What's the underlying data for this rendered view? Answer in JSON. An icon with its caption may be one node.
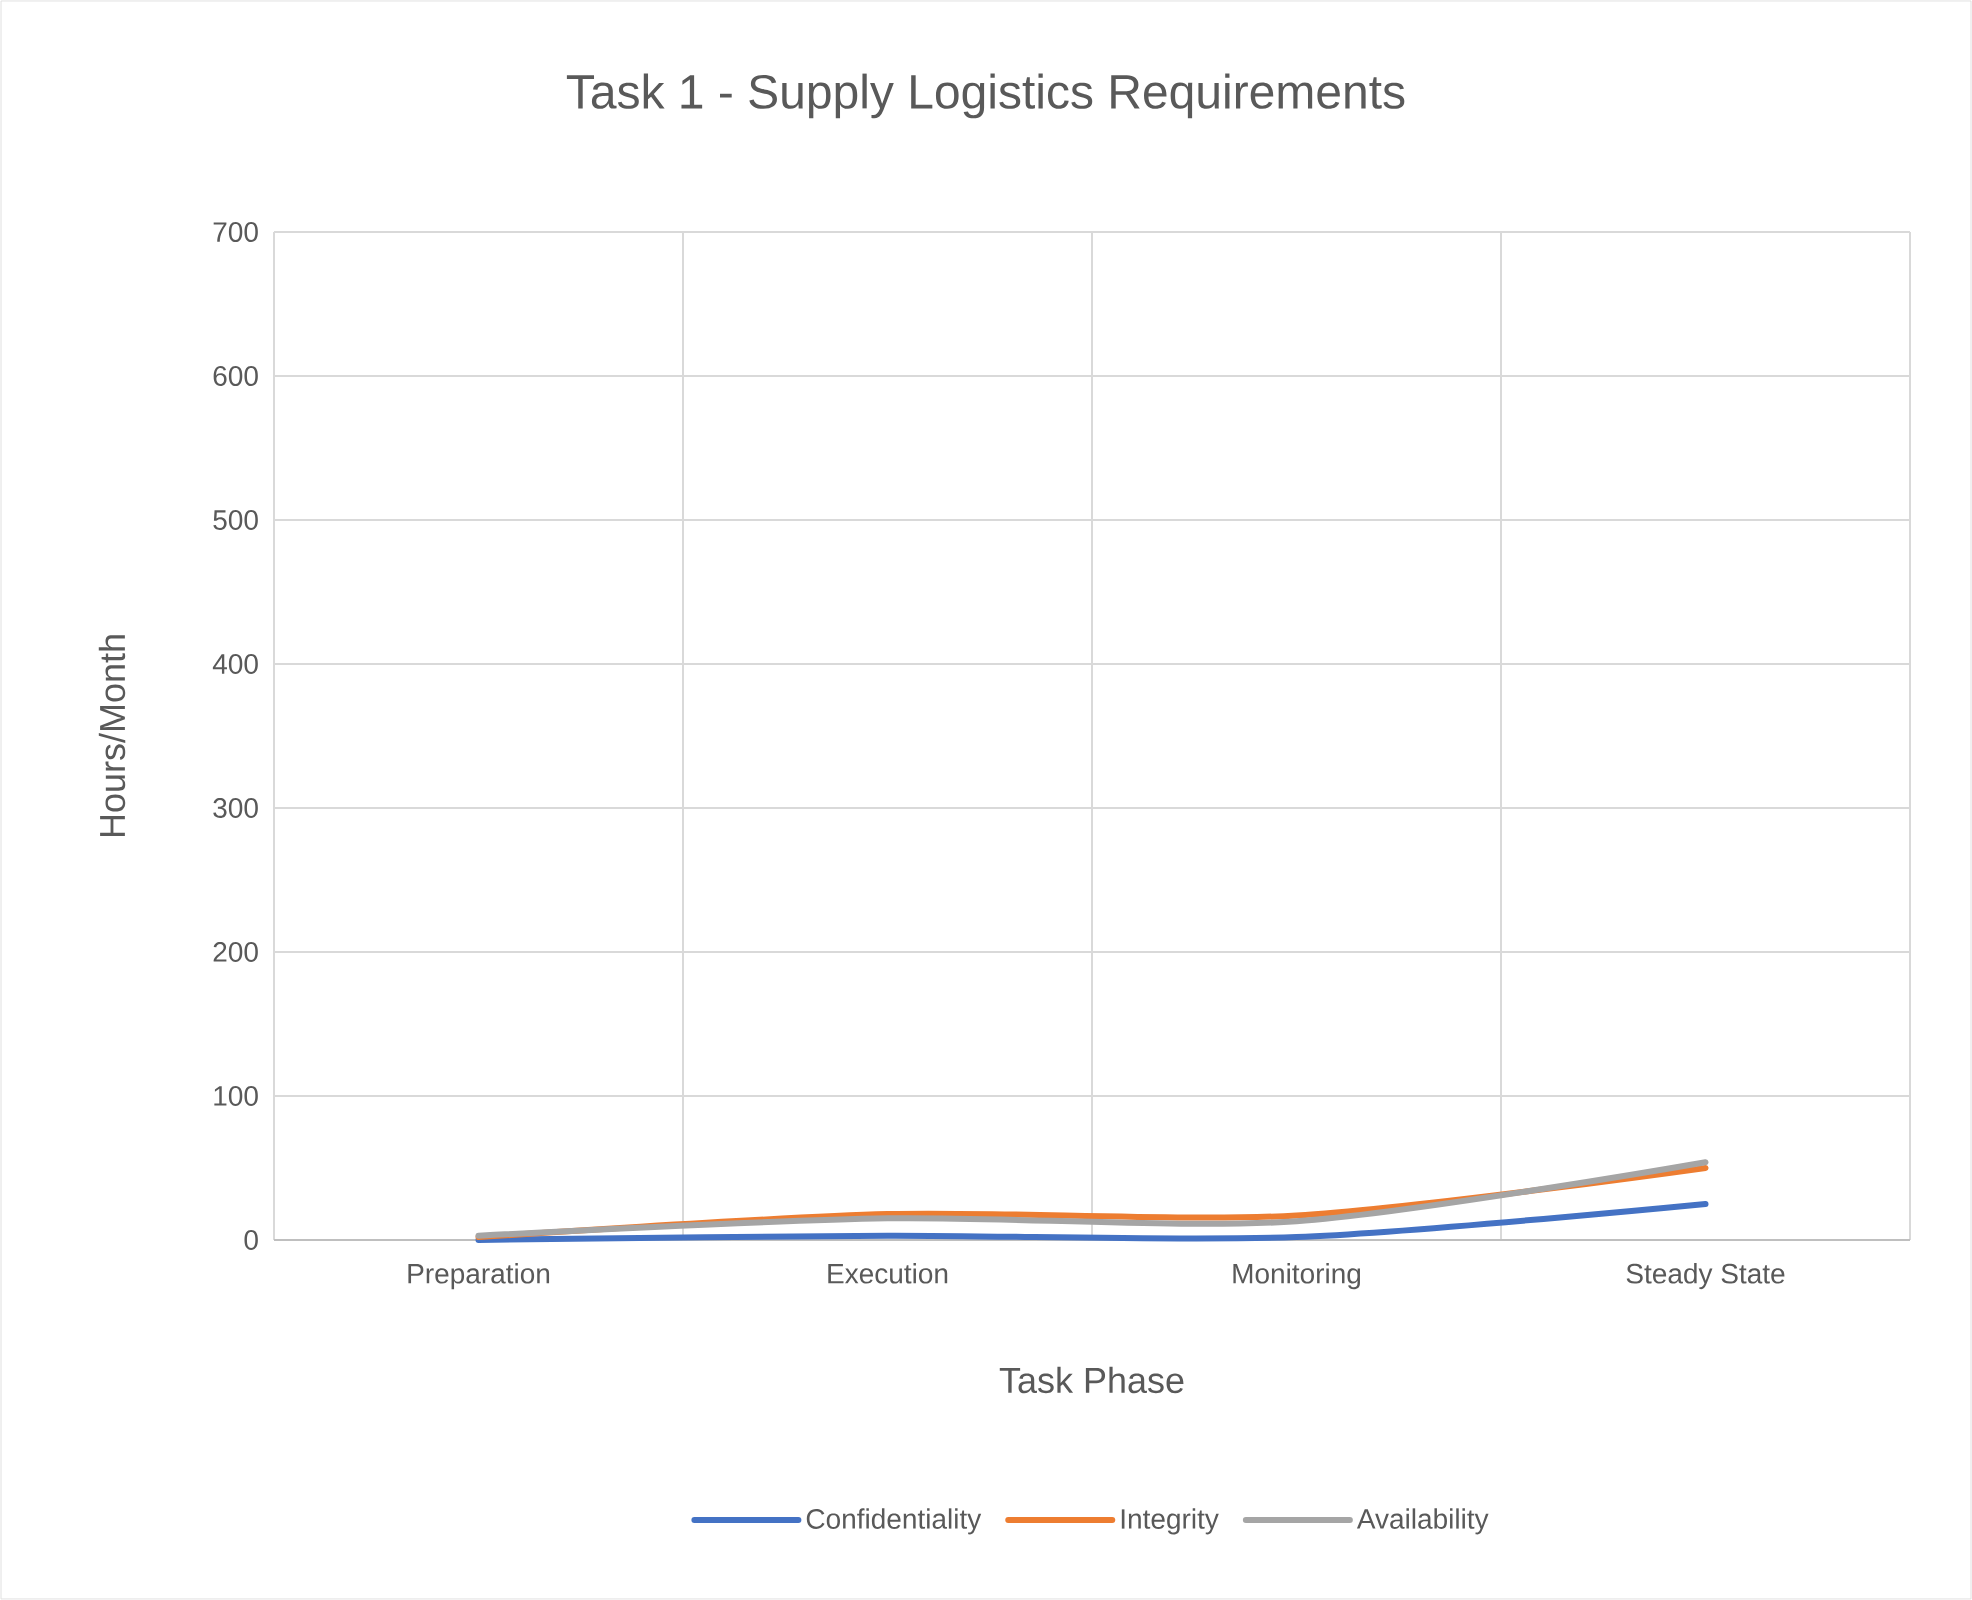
{
  "diagram": {
    "chart_data": {
      "type": "line",
      "title": "Task 1 - Supply Logistics Requirements",
      "xlabel": "Task Phase",
      "ylabel": "Hours/Month",
      "categories": [
        "Preparation",
        "Execution",
        "Monitoring",
        "Steady State"
      ],
      "series": [
        {
          "name": "Confidentiality",
          "color": "#4472c4",
          "values": [
            0,
            3,
            2,
            25
          ]
        },
        {
          "name": "Integrity",
          "color": "#ed7d31",
          "values": [
            2,
            18,
            17,
            50
          ]
        },
        {
          "name": "Availability",
          "color": "#a5a5a5",
          "values": [
            3,
            15,
            13,
            54
          ]
        }
      ],
      "grid": "both",
      "legend": true,
      "ylim": [
        0,
        700
      ],
      "yticks": [
        0,
        100,
        200,
        300,
        400,
        500,
        600,
        700
      ]
    }
  }
}
